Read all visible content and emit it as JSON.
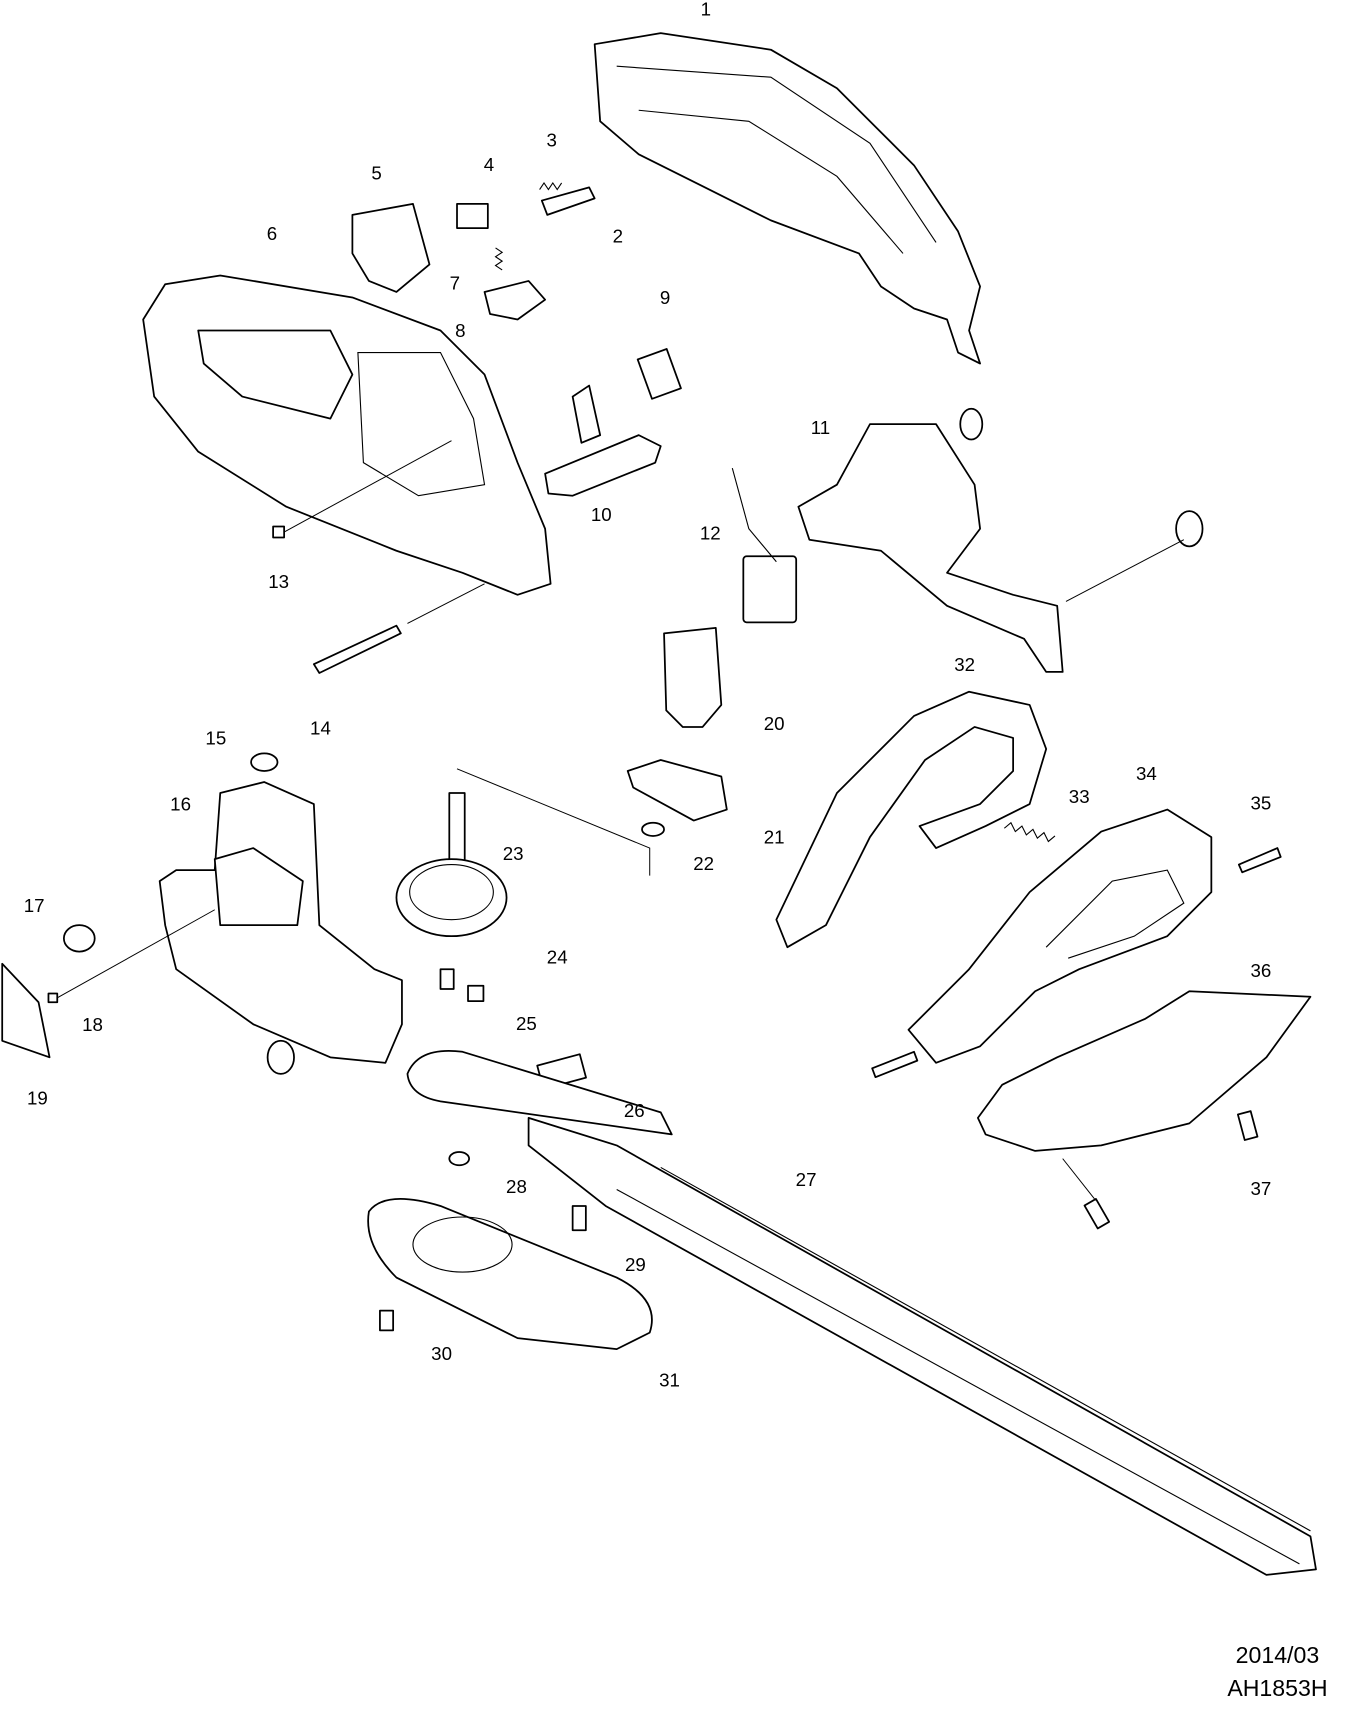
{
  "diagram": {
    "parts": [
      "1",
      "2",
      "3",
      "4",
      "5",
      "6",
      "7",
      "8",
      "9",
      "10",
      "11",
      "12",
      "13",
      "14",
      "15",
      "16",
      "17",
      "18",
      "19",
      "20",
      "21",
      "22",
      "23",
      "24",
      "25",
      "26",
      "27",
      "28",
      "29",
      "30",
      "31",
      "32",
      "33",
      "34",
      "35",
      "36",
      "37"
    ],
    "footer": {
      "date": "2014/03",
      "model": "AH1853H"
    }
  }
}
